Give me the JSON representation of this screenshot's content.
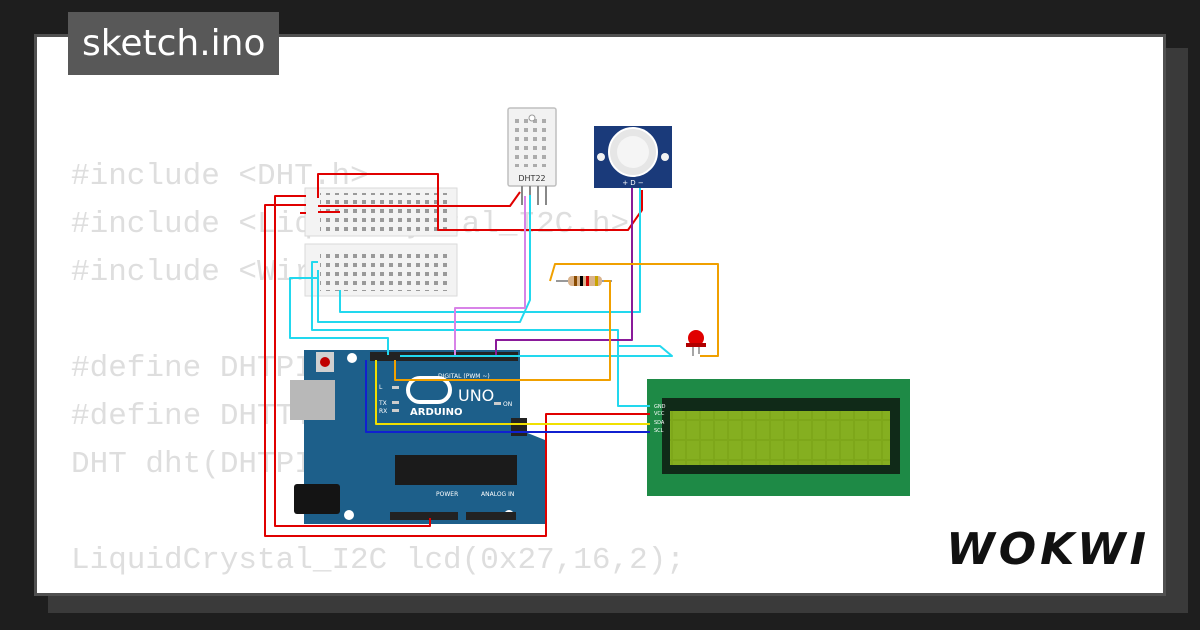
{
  "file_tab": "sketch.ino",
  "code_lines": [
    "#include <DHT.h>",
    "#include <LiquidCrystal_I2C.h>",
    "#include <Wire.h>",
    "",
    "#define DHTPIN 2",
    "#define DHTTYPE DHT22",
    "DHT dht(DHTPIN, DHTTYPE);",
    "",
    "LiquidCrystal_I2C lcd(0x27,16,2);"
  ],
  "brand": "WOKWI",
  "board": {
    "logo_text": "ARDUINO",
    "model": "UNO",
    "digital_label": "DIGITAL (PWM ~)",
    "power_label": "POWER",
    "analog_label": "ANALOG IN",
    "tx": "TX",
    "rx": "RX",
    "l": "L",
    "on": "ON"
  },
  "dht_label": "DHT22",
  "pir_pins": "+ D −",
  "lcd_pins": [
    "GND",
    "VCC",
    "SDA",
    "SCL"
  ],
  "colors": {
    "wire_red": "#e00000",
    "wire_cyan": "#22d8ee",
    "wire_purple": "#8a1a9a",
    "wire_pink": "#d883e8",
    "wire_orange": "#f0a000",
    "wire_yellow": "#f0e000",
    "wire_blue": "#1020d0",
    "board_blue": "#1d5f8a",
    "lcd_green": "#1e8a46",
    "lcd_screen": "#7ea71a"
  }
}
